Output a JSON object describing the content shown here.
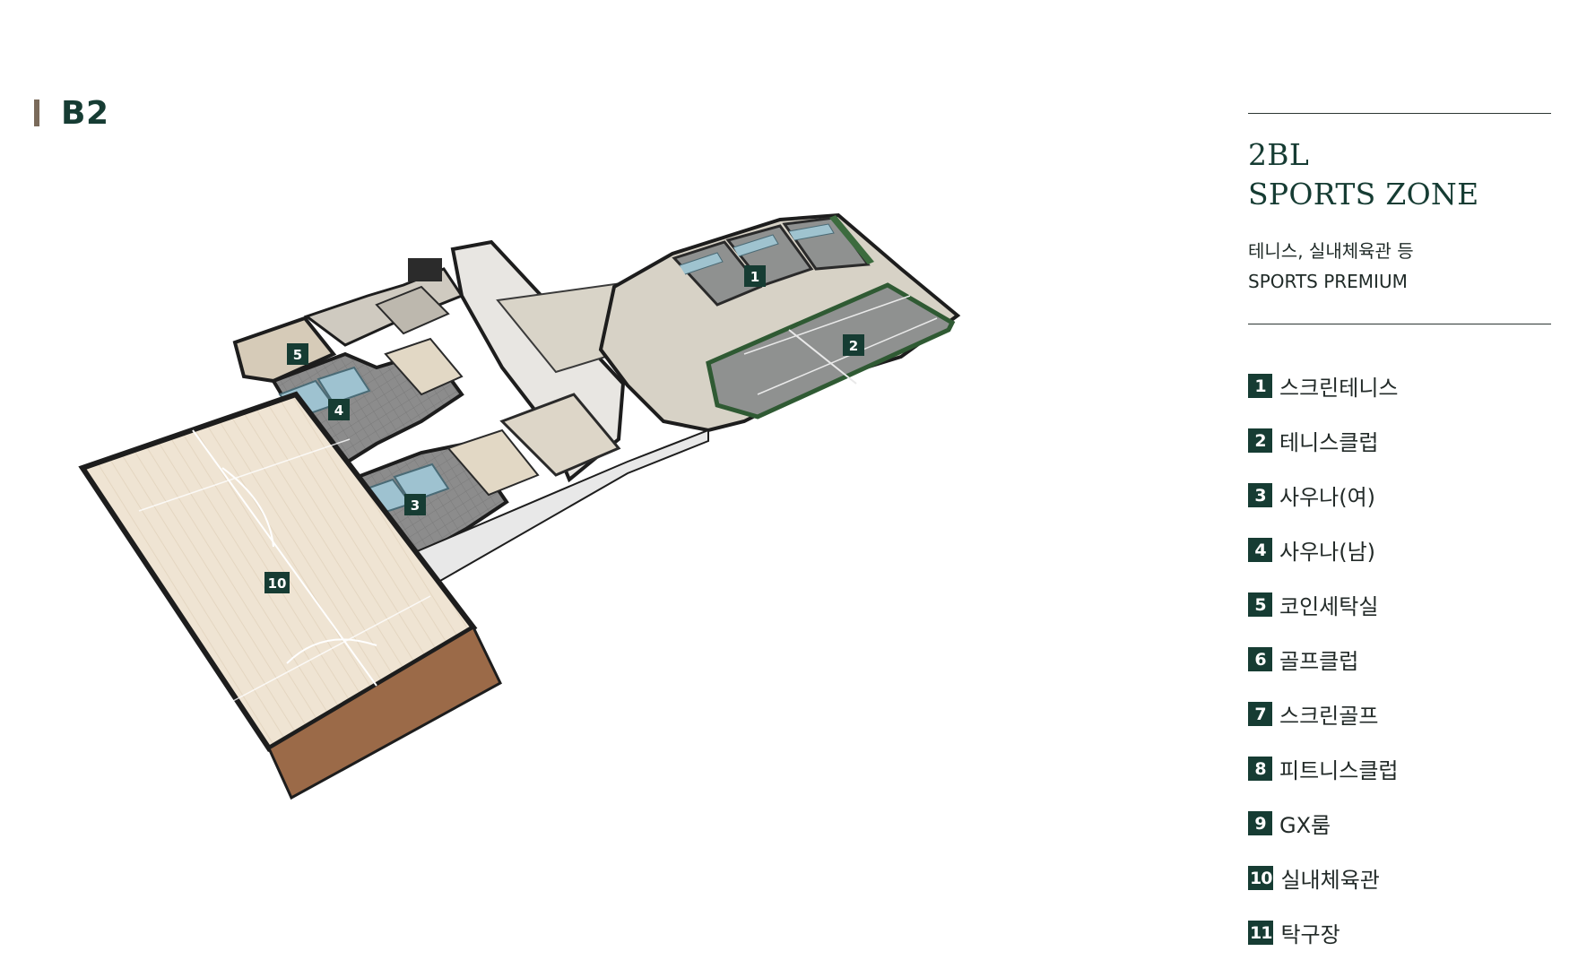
{
  "floor": {
    "label": "B2"
  },
  "zone": {
    "line1": "2BL",
    "line2": "SPORTS ZONE",
    "subtitle_ko": "테니스, 실내체육관 등",
    "subtitle_en": "SPORTS PREMIUM"
  },
  "legend": [
    {
      "num": "1",
      "label": "스크린테니스"
    },
    {
      "num": "2",
      "label": "테니스클럽"
    },
    {
      "num": "3",
      "label": "사우나(여)"
    },
    {
      "num": "4",
      "label": "사우나(남)"
    },
    {
      "num": "5",
      "label": "코인세탁실"
    },
    {
      "num": "6",
      "label": "골프클럽"
    },
    {
      "num": "7",
      "label": "스크린골프"
    },
    {
      "num": "8",
      "label": "피트니스클럽"
    },
    {
      "num": "9",
      "label": "GX룸"
    },
    {
      "num": "10",
      "label": "실내체육관"
    },
    {
      "num": "11",
      "label": "탁구장"
    }
  ],
  "map_markers": [
    "1",
    "2",
    "3",
    "4",
    "5",
    "10"
  ],
  "colors": {
    "brand_green": "#163c33",
    "wood_floor": "#efe4d3",
    "court_gray": "#8f9190",
    "court_green": "#3c6b3e",
    "wall_dark": "#2a2a2a"
  }
}
